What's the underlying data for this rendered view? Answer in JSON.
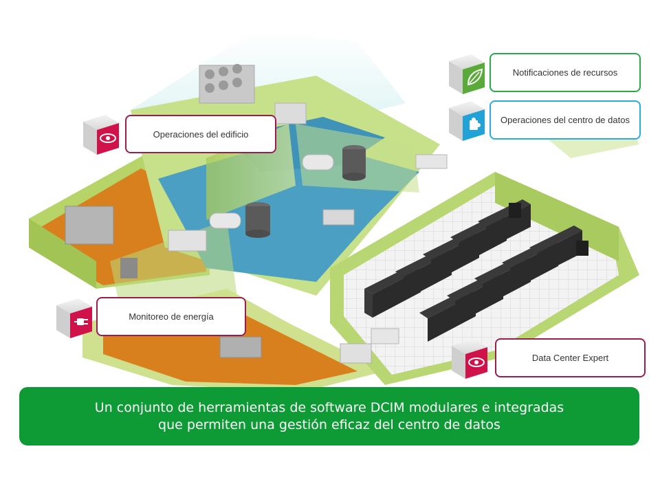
{
  "labels": {
    "building_ops": "Operaciones del edificio",
    "energy_monitor": "Monitoreo de energía",
    "resource_notifications": "Notificaciones de recursos",
    "dc_operations": "Operaciones del centro de datos",
    "dc_expert": "Data Center Expert"
  },
  "banner": {
    "line1": "Un conjunto de herramientas de software DCIM modulares e integradas",
    "line2": "que permiten una gestión eficaz del centro de datos"
  },
  "colors": {
    "magenta": "#9b1b4f",
    "icon_red": "#d0124a",
    "green_border": "#2aa84a",
    "icon_green": "#5aaa3a",
    "cyan_border": "#29abe2",
    "icon_cyan": "#22a3d8",
    "banner_green": "#0e9a35",
    "wall_green": "#b4d36a",
    "floor_orange": "#d9801e",
    "floor_blue": "#4a9fc2",
    "rack": "#3a3a3a"
  },
  "icons": {
    "building_ops": "eye-icon",
    "energy_monitor": "plug-icon",
    "resource_notifications": "leaf-icon",
    "dc_operations": "puzzle-icon",
    "dc_expert": "eye-icon"
  }
}
